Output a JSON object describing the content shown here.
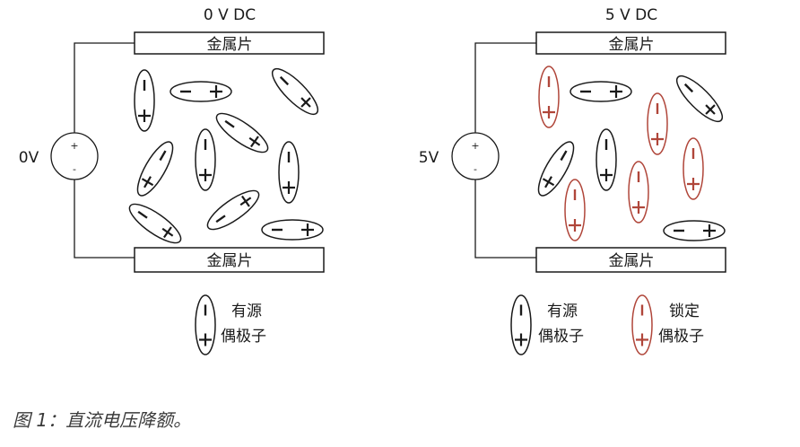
{
  "panels": [
    {
      "id": "left",
      "voltage_title": "0 V DC",
      "source_label": "0V",
      "top_plate": "金属片",
      "bottom_plate": "金属片",
      "legend": [
        {
          "line1": "有源",
          "line2": "偶极子",
          "type": "active"
        }
      ]
    },
    {
      "id": "right",
      "voltage_title": "5 V DC",
      "source_label": "5V",
      "top_plate": "金属片",
      "bottom_plate": "金属片",
      "legend": [
        {
          "line1": "有源",
          "line2": "偶极子",
          "type": "active"
        },
        {
          "line1": "锁定",
          "line2": "偶极子",
          "type": "locked"
        }
      ]
    }
  ],
  "source_symbols": {
    "plus": "+",
    "minus": "-"
  },
  "caption": "图 1：直流电压降额。",
  "colors": {
    "active": "#1a1a1a",
    "locked": "#b0463a",
    "wire": "#1a1a1a"
  }
}
